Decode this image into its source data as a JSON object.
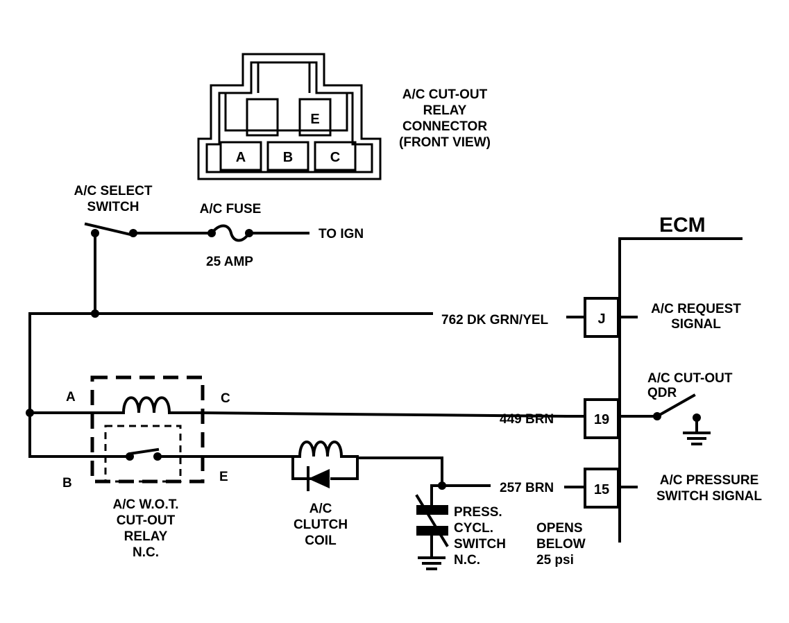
{
  "connector": {
    "title_lines": [
      "A/C CUT-OUT",
      "RELAY",
      "CONNECTOR",
      "(FRONT VIEW)"
    ],
    "pins": [
      "A",
      "B",
      "C",
      "E"
    ]
  },
  "select_switch": {
    "lines": [
      "A/C SELECT",
      "SWITCH"
    ]
  },
  "fuse": {
    "name": "A/C FUSE",
    "rating": "25 AMP",
    "to_ign": "TO IGN"
  },
  "ecm": {
    "label": "ECM"
  },
  "circuits": {
    "request_wire": "762 DK GRN/YEL",
    "relay_wire": "449 BRN",
    "pressure_wire": "257 BRN"
  },
  "ecm_pins": {
    "request": "J",
    "qdr": "19",
    "pressure": "15"
  },
  "ecm_signals": {
    "request": [
      "A/C REQUEST",
      "SIGNAL"
    ],
    "qdr": [
      "A/C CUT-OUT",
      "QDR"
    ],
    "pressure": [
      "A/C PRESSURE",
      "SWITCH SIGNAL"
    ]
  },
  "relay": {
    "terminal_a": "A",
    "terminal_b": "B",
    "terminal_c": "C",
    "terminal_e": "E",
    "lines": [
      "A/C W.O.T.",
      "CUT-OUT",
      "RELAY",
      "N.C."
    ]
  },
  "clutch": {
    "lines": [
      "A/C",
      "CLUTCH",
      "COIL"
    ]
  },
  "press_switch": {
    "lines": [
      "PRESS.",
      "CYCL.",
      "SWITCH",
      "N.C."
    ]
  },
  "opens_note": {
    "lines": [
      "OPENS",
      "BELOW",
      "25 psi"
    ]
  }
}
